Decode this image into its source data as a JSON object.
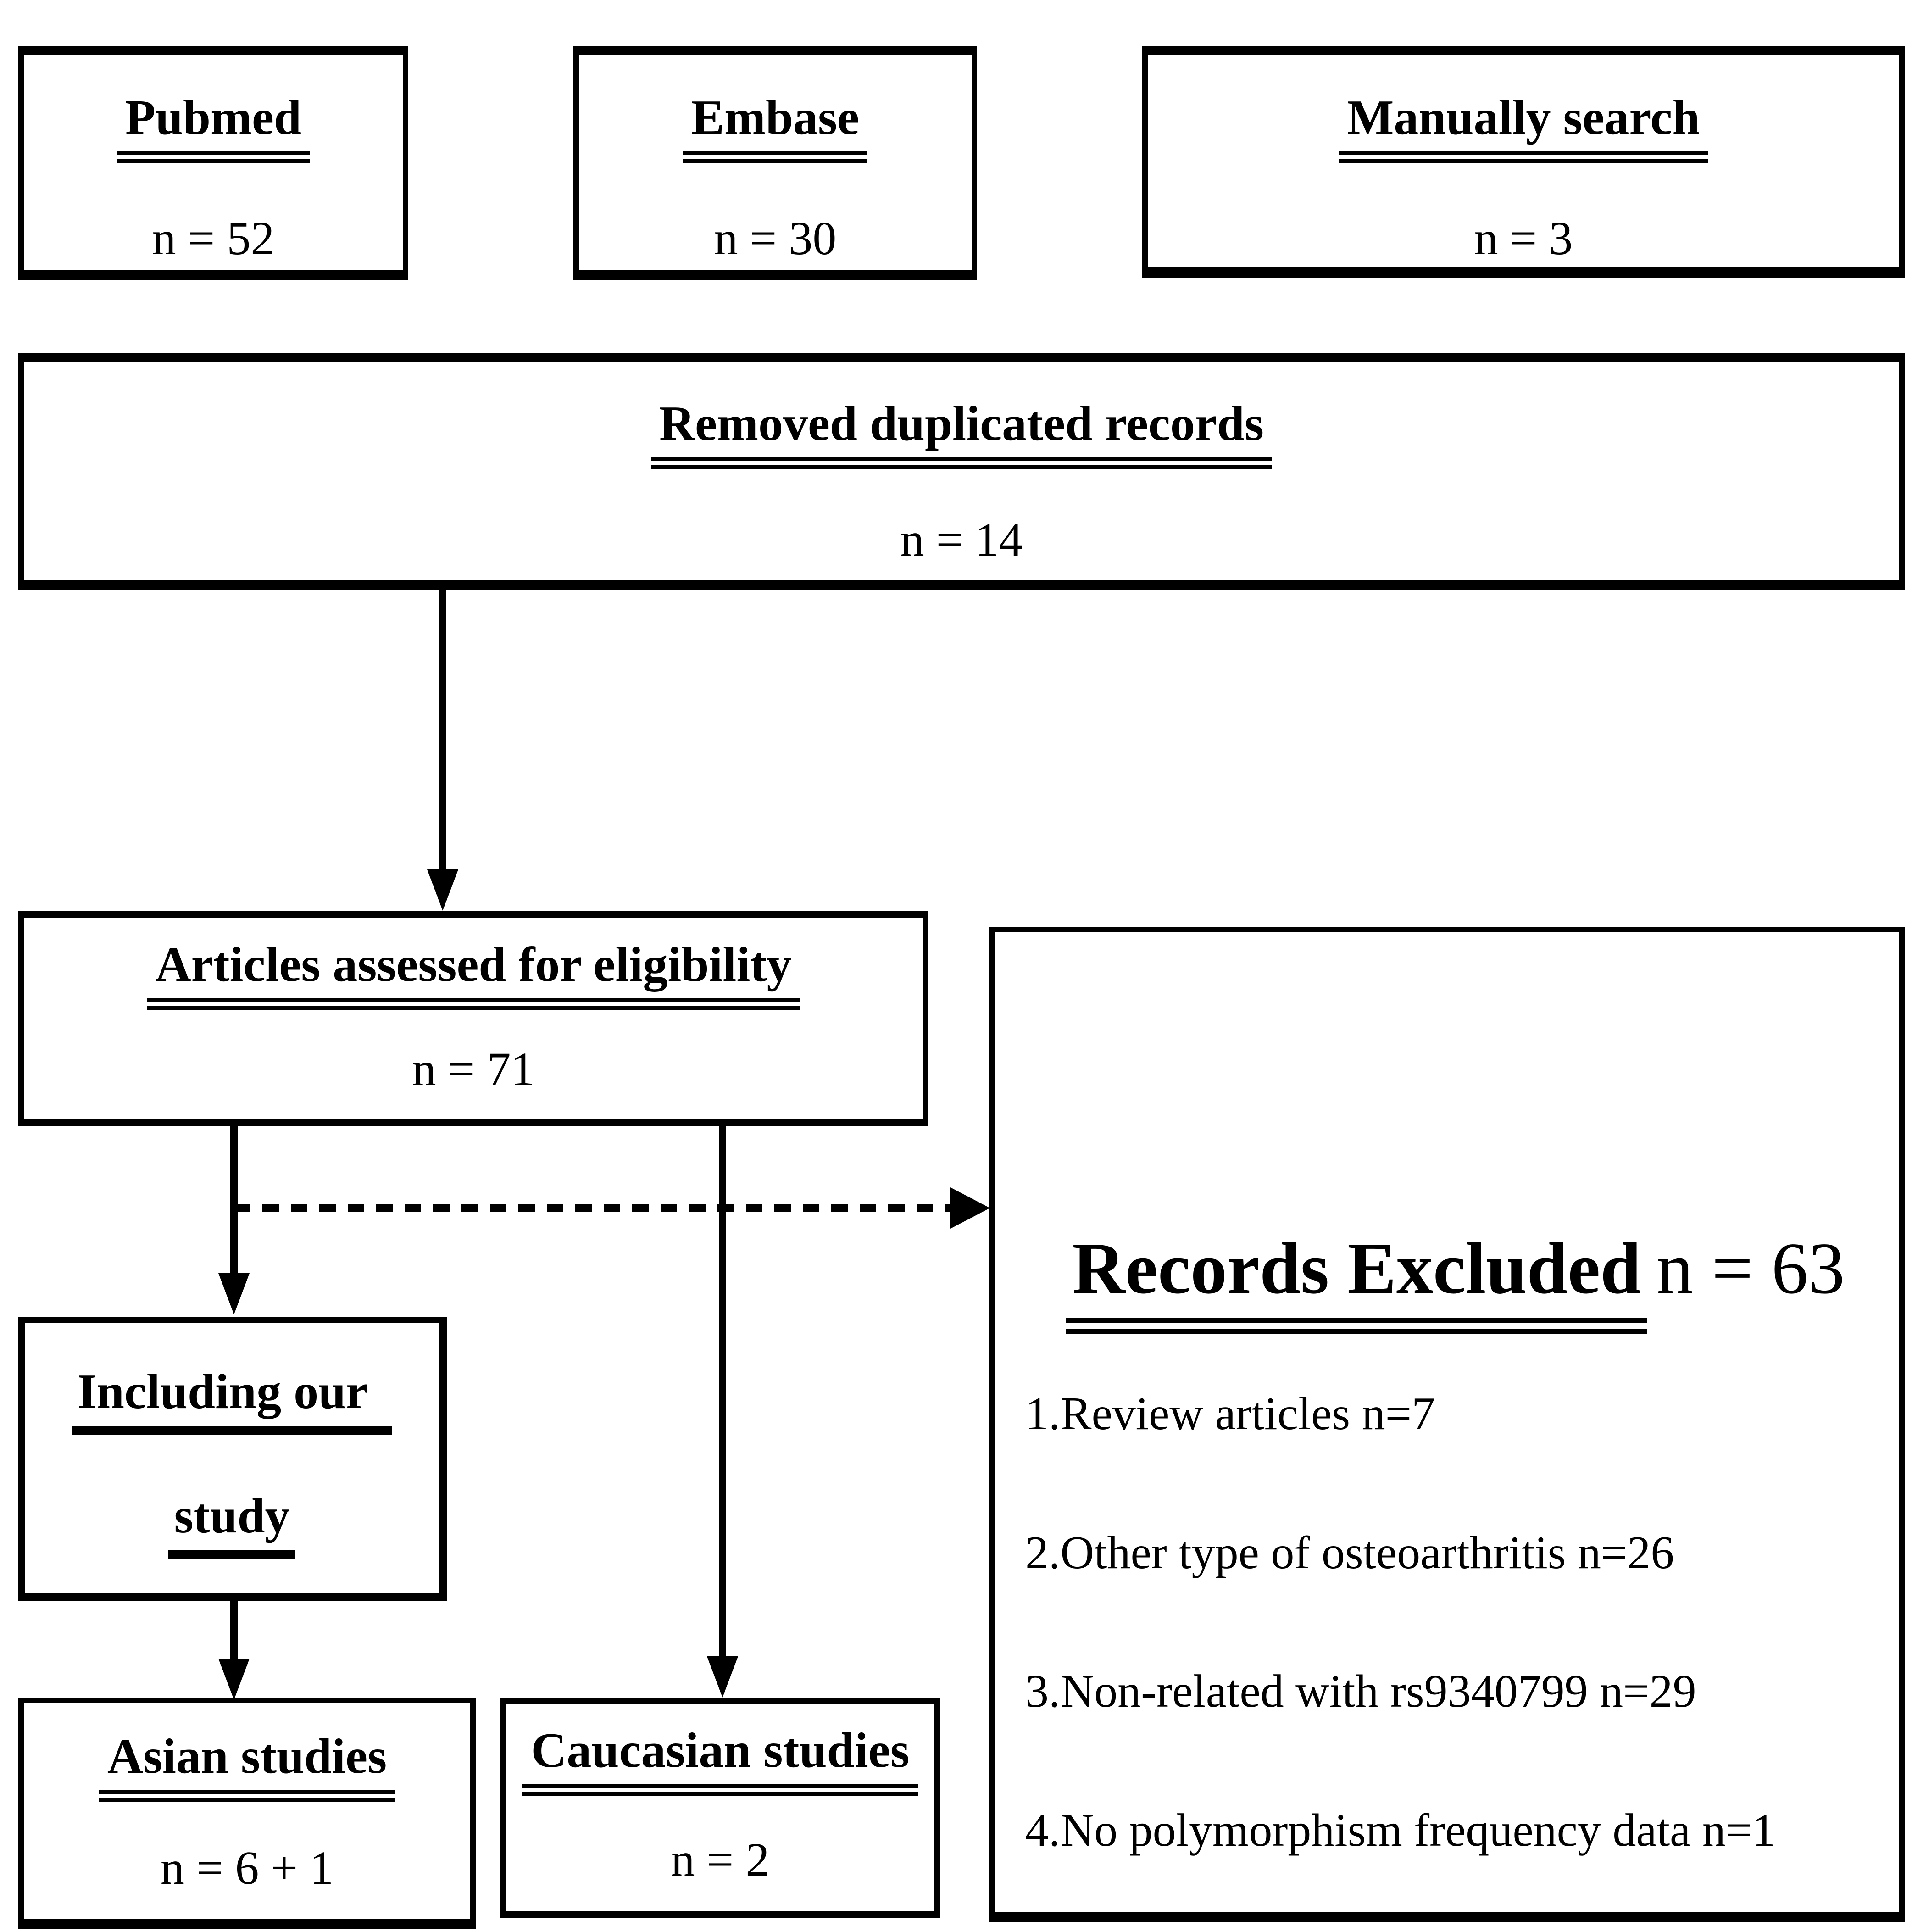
{
  "boxes": {
    "pubmed": {
      "title": "Pubmed",
      "count": "n = 52"
    },
    "embase": {
      "title": "Embase",
      "count": "n = 30"
    },
    "manual_search": {
      "title": "Manually search",
      "count": "n = 3"
    },
    "removed_duplicates": {
      "title": "Removed duplicated records",
      "count": "n = 14"
    },
    "eligibility": {
      "title": "Articles assessed for eligibility",
      "count": "n = 71"
    },
    "records_excluded": {
      "title": "Records Excluded",
      "count": "n = 63",
      "reasons": [
        "1.Review articles n=7",
        "2.Other type of osteoarthritis n=26",
        "3.Non-related with rs9340799 n=29",
        "4.No polymorphism frequency data n=1"
      ]
    },
    "including_our_study": {
      "title_line1": "Including our",
      "title_line2": "study"
    },
    "asian_studies": {
      "title": "Asian studies",
      "count": "n = 6 + 1"
    },
    "caucasian_studies": {
      "title": "Caucasian studies",
      "count": "n = 2"
    }
  },
  "colors": {
    "ink": "#000000",
    "paper": "#ffffff"
  }
}
